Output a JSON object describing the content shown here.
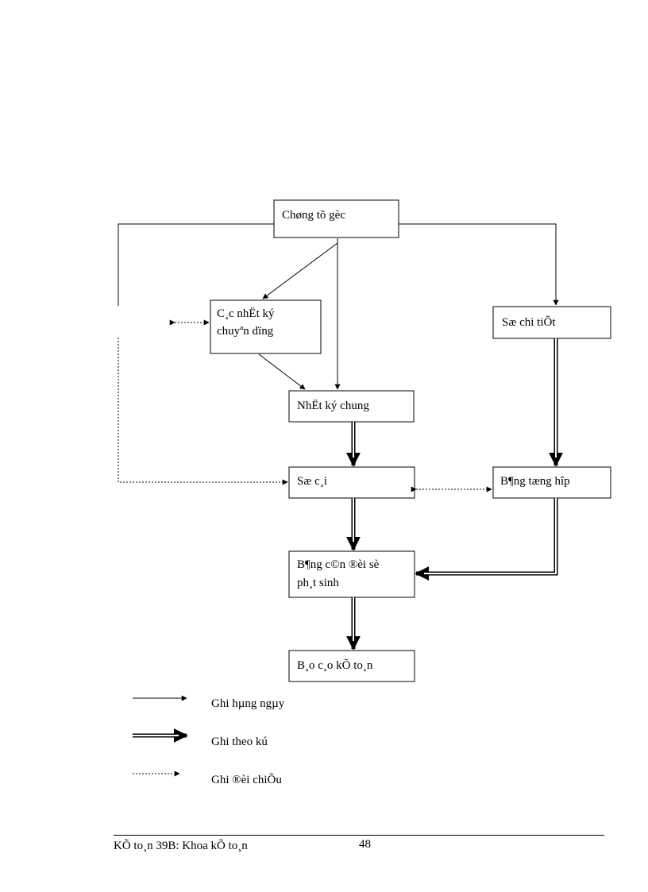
{
  "nodes": {
    "chung_tu_goc": "Chøng tõ gèc",
    "nhat_ky_chuyen_dung": [
      "C¸c nhËt ký",
      "chuyªn  dïng"
    ],
    "so_chi_tiet": "Sæ chi tiÕt",
    "nhat_ky_chung": "NhËt ký chung",
    "so_cai": "Sæ c¸i",
    "bang_tong_hop": "B¶ng tæng hîp",
    "bang_can_doi": [
      "B¶ng c©n ®èi sè",
      "ph¸t sinh"
    ],
    "bao_cao_ke_toan": "B¸o c¸o kÕ to¸n"
  },
  "legend": {
    "daily": "Ghi hµng ngµy",
    "periodic": "Ghi theo kú",
    "reconcile": "Ghi ®èi chiÕu"
  },
  "footer": {
    "left": "KÕ to¸n 39B: Khoa kÕ to¸n",
    "page": "48"
  }
}
